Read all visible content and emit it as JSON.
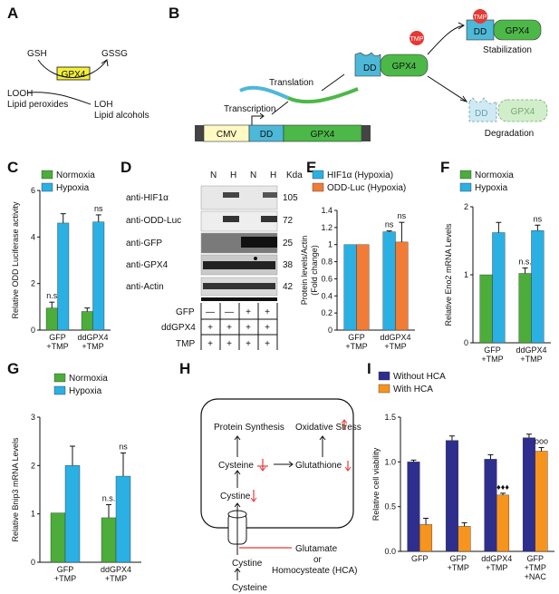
{
  "colors": {
    "normoxia": "#4cad3a",
    "hypoxia": "#2bb0e4",
    "odd_luc": "#f27c35",
    "without_hca": "#2e2e8f",
    "with_hca": "#f7941d",
    "gpx4_box": "#f3ef3a",
    "cmv": "#fff9c4",
    "dd": "#4db8d8",
    "gpx4_green": "#4cb848",
    "red": "#e53935"
  },
  "panels": {
    "A": {
      "letter": "A",
      "gsh": "GSH",
      "gssg": "GSSG",
      "enzyme": "GPX4",
      "looh": "LOOH",
      "loh": "LOH",
      "lipid_peroxides": "Lipid peroxides",
      "lipid_alcohols": "Lipid alcohols"
    },
    "B": {
      "letter": "B",
      "cmv": "CMV",
      "dd": "DD",
      "gpx4": "GPX4",
      "transcription": "Transcription",
      "translation": "Translation",
      "tmp": "TMP",
      "stabilization": "Stabilization",
      "degradation": "Degradation"
    },
    "C": {
      "letter": "C",
      "legend": [
        "Normoxia",
        "Hypoxia"
      ],
      "annotations": [
        "n.s",
        "ns"
      ]
    },
    "D": {
      "letter": "D",
      "lanes": [
        "N",
        "H",
        "N",
        "H"
      ],
      "kda": "Kda",
      "bands": [
        {
          "name": "anti-HIF1α",
          "kda": "105"
        },
        {
          "name": "anti-ODD-Luc",
          "kda": "72"
        },
        {
          "name": "anti-GFP",
          "kda": "25"
        },
        {
          "name": "anti-GPX4",
          "kda": "38"
        },
        {
          "name": "anti-Actin",
          "kda": "42"
        }
      ],
      "treatments": [
        {
          "label": "GFP",
          "marks": [
            "—",
            "—",
            "+",
            "+"
          ]
        },
        {
          "label": "ddGPX4",
          "marks": [
            "+",
            "+",
            "+",
            "+"
          ]
        },
        {
          "label": "TMP",
          "marks": [
            "+",
            "+",
            "+",
            "+"
          ]
        }
      ]
    },
    "E": {
      "letter": "E",
      "legend": [
        "HIF1α (Hypoxia)",
        "ODD-Luc (Hypoxia)"
      ],
      "annotations": [
        "ns",
        "ns"
      ]
    },
    "F": {
      "letter": "F",
      "legend": [
        "Normoxia",
        "Hypoxia"
      ],
      "annotations": [
        "n.s.",
        "ns"
      ]
    },
    "G": {
      "letter": "G",
      "legend": [
        "Normoxia",
        "Hypoxia"
      ],
      "annotations": [
        "n.s.",
        "ns"
      ]
    },
    "H": {
      "letter": "H",
      "protein_synthesis": "Protein Synthesis",
      "oxidative_stress": "Oxidative Stress",
      "cysteine": "Cysteine",
      "glutathione": "Glutathione",
      "cystine": "Cystine",
      "cystine_out": "Cystine",
      "cysteine_out": "Cysteine",
      "glutamate": "Glutamate",
      "or": "or",
      "hca": "Homocysteate (HCA)"
    },
    "I": {
      "letter": "I",
      "legend": [
        "Without HCA",
        "With HCA"
      ],
      "annotations": [
        "♦♦♦",
        "ooo"
      ]
    }
  },
  "chart_data": [
    {
      "panel": "C",
      "type": "bar",
      "categories": [
        "GFP\n+TMP",
        "ddGPX4\n+TMP"
      ],
      "series": [
        {
          "name": "Normoxia",
          "values": [
            0.95,
            0.8
          ],
          "errors": [
            0.25,
            0.15
          ]
        },
        {
          "name": "Hypoxia",
          "values": [
            4.6,
            4.65
          ],
          "errors": [
            0.4,
            0.3
          ]
        }
      ],
      "ylabel": "Relative ODD Luciferase activity",
      "ylim": [
        0,
        6
      ],
      "yticks": [
        0,
        2,
        4,
        6
      ]
    },
    {
      "panel": "E",
      "type": "bar",
      "categories": [
        "GFP\n+TMP",
        "ddGPX4\n+TMP"
      ],
      "series": [
        {
          "name": "HIF1α (Hypoxia)",
          "values": [
            1.0,
            1.15
          ],
          "errors": [
            0,
            0.01
          ]
        },
        {
          "name": "ODD-Luc (Hypoxia)",
          "values": [
            1.0,
            1.03
          ],
          "errors": [
            0,
            0.23
          ]
        }
      ],
      "ylabel": "Protein levels/Actin\n(Fold change)",
      "ylim": [
        0,
        1.4
      ],
      "yticks": [
        0,
        0.2,
        0.4,
        0.6,
        0.8,
        1,
        1.2,
        1.4
      ]
    },
    {
      "panel": "F",
      "type": "bar",
      "categories": [
        "GFP\n+TMP",
        "ddGPX4\n+TMP"
      ],
      "series": [
        {
          "name": "Normoxia",
          "values": [
            1.0,
            1.02
          ],
          "errors": [
            0,
            0.08
          ]
        },
        {
          "name": "Hypoxia",
          "values": [
            1.62,
            1.65
          ],
          "errors": [
            0.15,
            0.08
          ]
        }
      ],
      "ylabel": "Relative Eno2 mRNA Levels",
      "ylim": [
        0,
        2
      ],
      "yticks": [
        0,
        1,
        2
      ]
    },
    {
      "panel": "G",
      "type": "bar",
      "categories": [
        "GFP\n+TMP",
        "ddGPX4\n+TMP"
      ],
      "series": [
        {
          "name": "Normoxia",
          "values": [
            1.02,
            0.92
          ],
          "errors": [
            0,
            0.27
          ]
        },
        {
          "name": "Hypoxia",
          "values": [
            2.0,
            1.78
          ],
          "errors": [
            0.4,
            0.48
          ]
        }
      ],
      "ylabel": "Relative Bnip3 mRNA Levels",
      "ylim": [
        0,
        3
      ],
      "yticks": [
        0,
        1,
        2,
        3
      ]
    },
    {
      "panel": "I",
      "type": "bar",
      "categories": [
        "GFP",
        "GFP\n+TMP",
        "ddGPX4\n+TMP",
        "GFP\n+TMP\n+NAC"
      ],
      "series": [
        {
          "name": "Without HCA",
          "values": [
            1.0,
            1.24,
            1.03,
            1.27
          ],
          "errors": [
            0.02,
            0.05,
            0.05,
            0.04
          ]
        },
        {
          "name": "With HCA",
          "values": [
            0.3,
            0.28,
            0.63,
            1.12
          ],
          "errors": [
            0.07,
            0.04,
            0.02,
            0.04
          ]
        }
      ],
      "ylabel": "Relative cell viability",
      "ylim": [
        0,
        1.5
      ],
      "yticks": [
        0.0,
        0.5,
        1.0,
        1.5
      ]
    }
  ]
}
